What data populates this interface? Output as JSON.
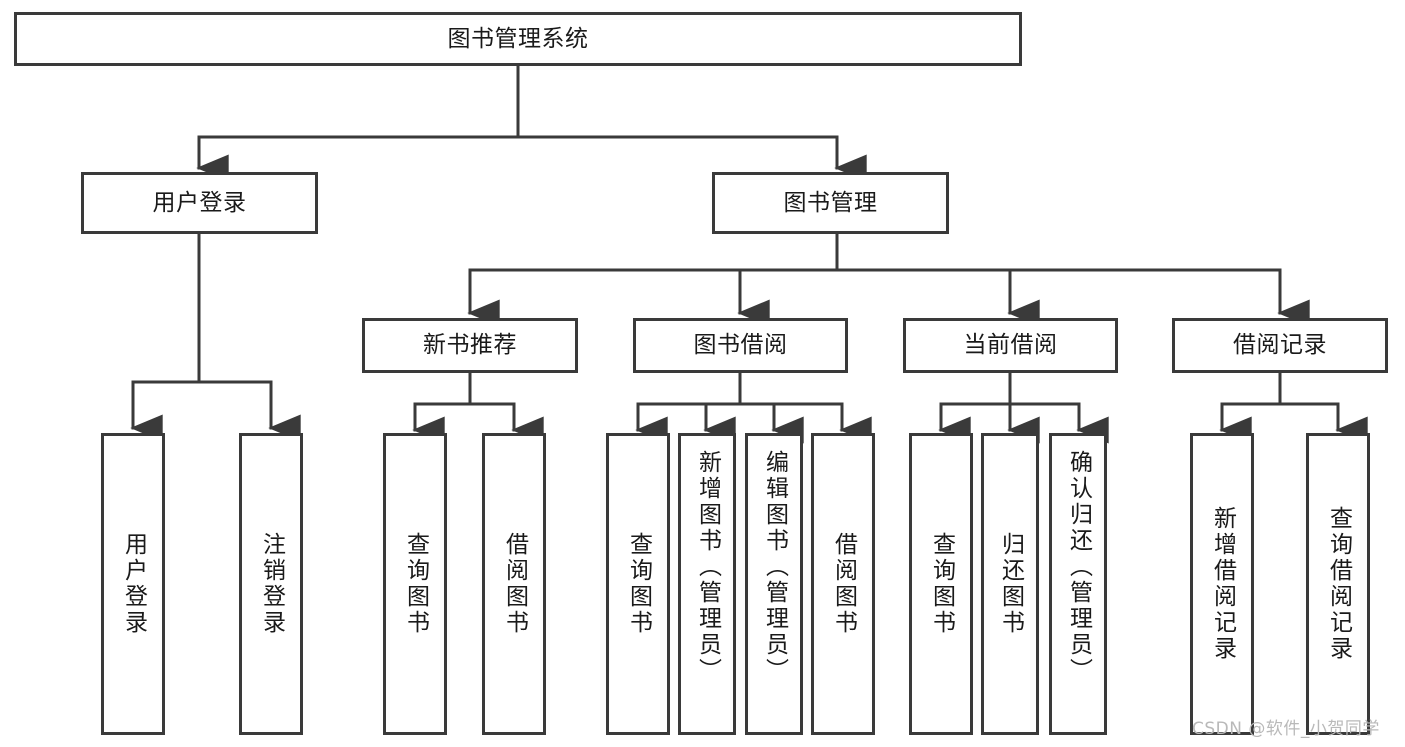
{
  "diagram": {
    "title_node": {
      "label": "图书管理系统"
    },
    "level2": [
      {
        "id": "user-login",
        "label": "用户登录"
      },
      {
        "id": "book-manage",
        "label": "图书管理"
      }
    ],
    "level3": [
      {
        "id": "new-book-recommend",
        "label": "新书推荐"
      },
      {
        "id": "book-borrow",
        "label": "图书借阅"
      },
      {
        "id": "current-borrow",
        "label": "当前借阅"
      },
      {
        "id": "borrow-record",
        "label": "借阅记录"
      }
    ],
    "leaves": {
      "user_login": [
        {
          "id": "leaf-user-login",
          "label": "用户登录"
        },
        {
          "id": "leaf-logout-login",
          "label": "注销登录"
        }
      ],
      "new_book_recommend": [
        {
          "id": "leaf-query-book-1",
          "label": "查询图书"
        },
        {
          "id": "leaf-borrow-book-1",
          "label": "借阅图书"
        }
      ],
      "book_borrow": [
        {
          "id": "leaf-query-book-2",
          "label": "查询图书"
        },
        {
          "id": "leaf-add-book",
          "label": "新增图书（管理员）"
        },
        {
          "id": "leaf-edit-book",
          "label": "编辑图书（管理员）"
        },
        {
          "id": "leaf-borrow-book-2",
          "label": "借阅图书"
        }
      ],
      "current_borrow": [
        {
          "id": "leaf-query-book-3",
          "label": "查询图书"
        },
        {
          "id": "leaf-return-book",
          "label": "归还图书"
        },
        {
          "id": "leaf-confirm-return",
          "label": "确认归还（管理员）"
        }
      ],
      "borrow_record": [
        {
          "id": "leaf-add-record",
          "label": "新增借阅记录"
        },
        {
          "id": "leaf-query-record",
          "label": "查询借阅记录"
        }
      ]
    }
  },
  "watermark": {
    "text": "CSDN @软件_小贺同学"
  },
  "colors": {
    "stroke": "#3a3a3a",
    "background": "#ffffff",
    "text": "#1a1a1a",
    "watermark": "#b9b9b9"
  }
}
